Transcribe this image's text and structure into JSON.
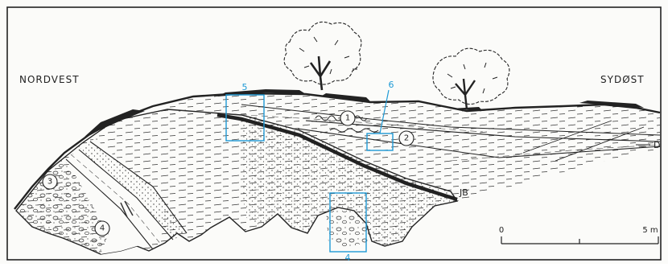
{
  "directions": {
    "left": "NORDVEST",
    "right": "SYDØST"
  },
  "layer_labels": [
    "1",
    "2",
    "3",
    "4"
  ],
  "boundary_labels": {
    "d": "D",
    "jb": "JB"
  },
  "detail_boxes": [
    "5",
    "6",
    "4"
  ],
  "scale_bar": {
    "start": "0",
    "end": "5 m"
  },
  "colors": {
    "ink": "#222222",
    "highlight": "#1e9ad6",
    "paper": "#fbfbf9"
  }
}
